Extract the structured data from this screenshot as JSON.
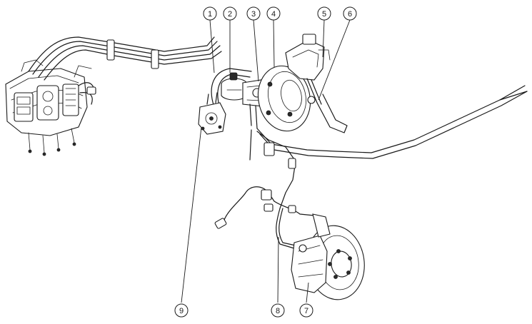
{
  "callouts": [
    {
      "label": "1"
    },
    {
      "label": "2"
    },
    {
      "label": "3"
    },
    {
      "label": "4"
    },
    {
      "label": "5"
    },
    {
      "label": "6"
    },
    {
      "label": "7"
    },
    {
      "label": "8"
    },
    {
      "label": "9"
    }
  ],
  "colors": {
    "ink": "#1a1a1a",
    "background": "#ffffff"
  }
}
